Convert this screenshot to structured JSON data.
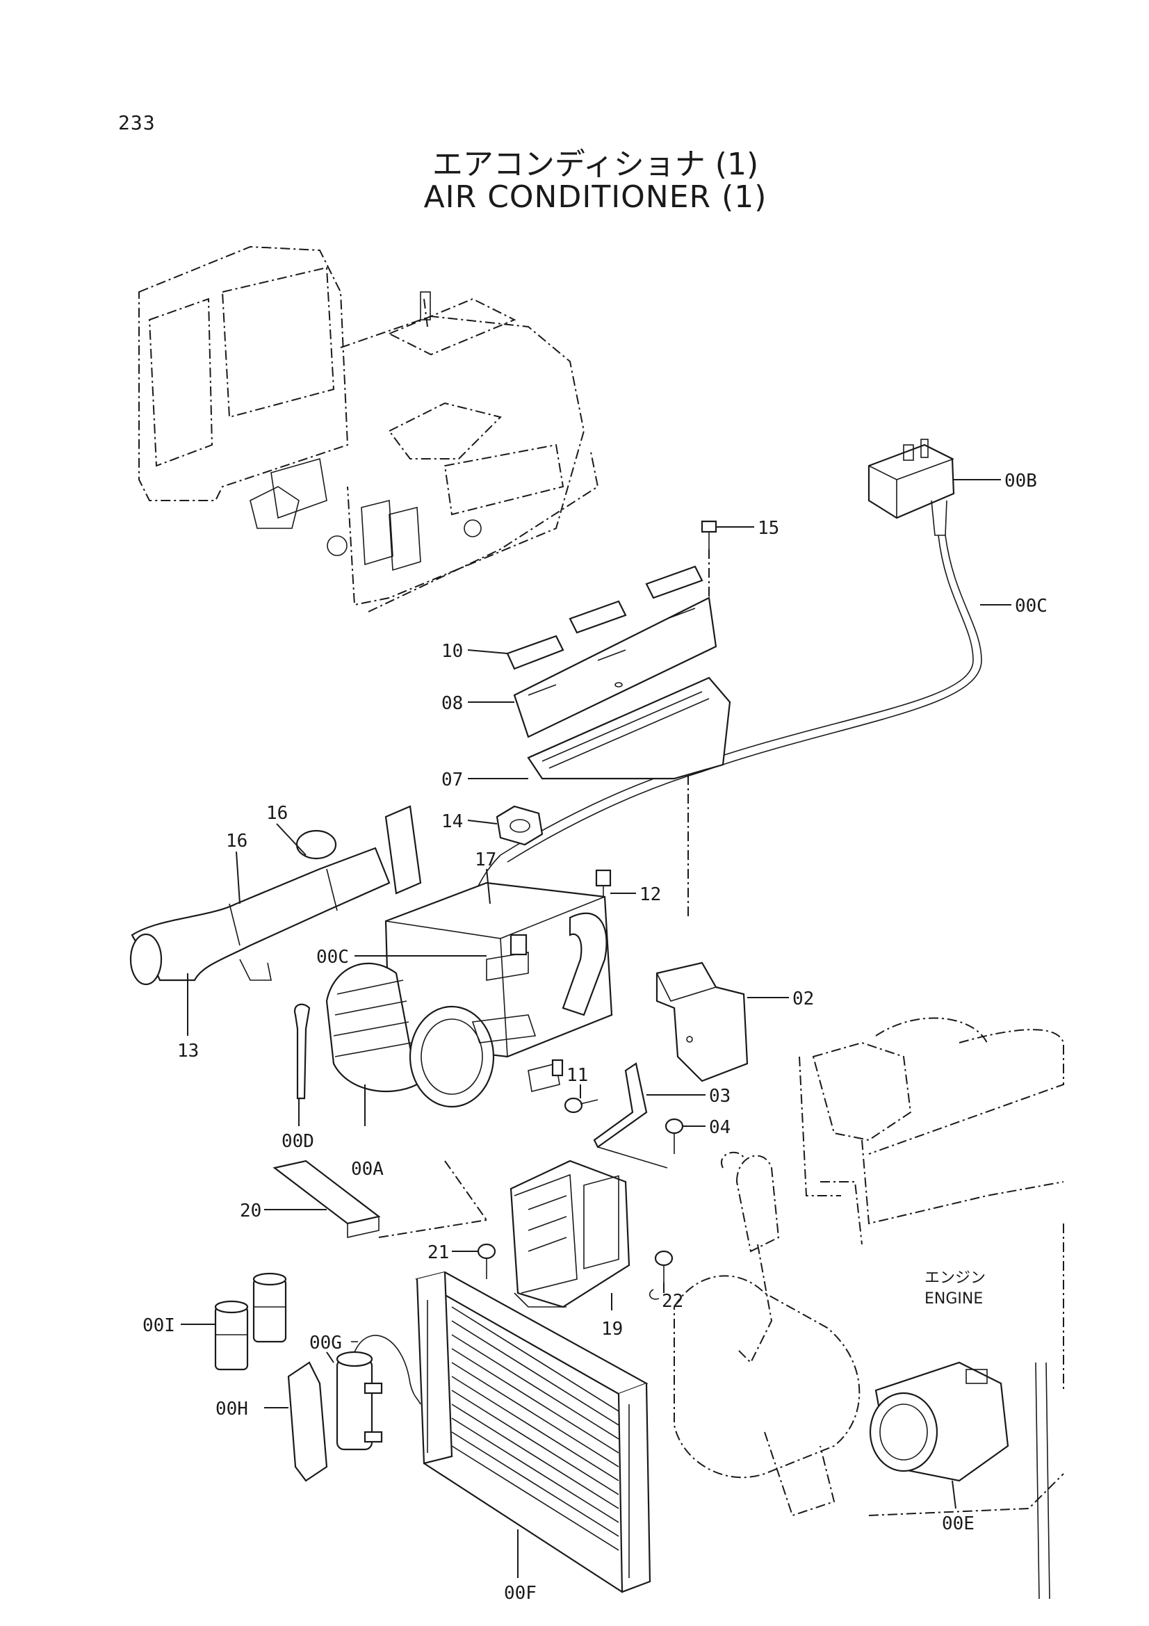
{
  "header": {
    "page_number": "233",
    "title_jp": "エアコンディショナ (1)",
    "title_en": "AIR CONDITIONER (1)"
  },
  "engine_label": {
    "jp": "エンジン",
    "en": "ENGINE"
  },
  "callouts": {
    "c00B": "00B",
    "c00C": "00C",
    "c15": "15",
    "c10": "10",
    "c08": "08",
    "c07": "07",
    "c14": "14",
    "c16a": "16",
    "c16b": "16",
    "c17": "17",
    "c12": "12",
    "c00C2": "00C",
    "c02": "02",
    "c13": "13",
    "c11": "11",
    "c03": "03",
    "c04": "04",
    "c00D": "00D",
    "c00A": "00A",
    "c20": "20",
    "c21": "21",
    "c22": "22",
    "c19": "19",
    "c00I": "00I",
    "c00G": "00G",
    "c00H": "00H",
    "c00F": "00F",
    "c00E": "00E"
  },
  "colors": {
    "ink": "#1a1a1a",
    "paper": "#ffffff"
  }
}
